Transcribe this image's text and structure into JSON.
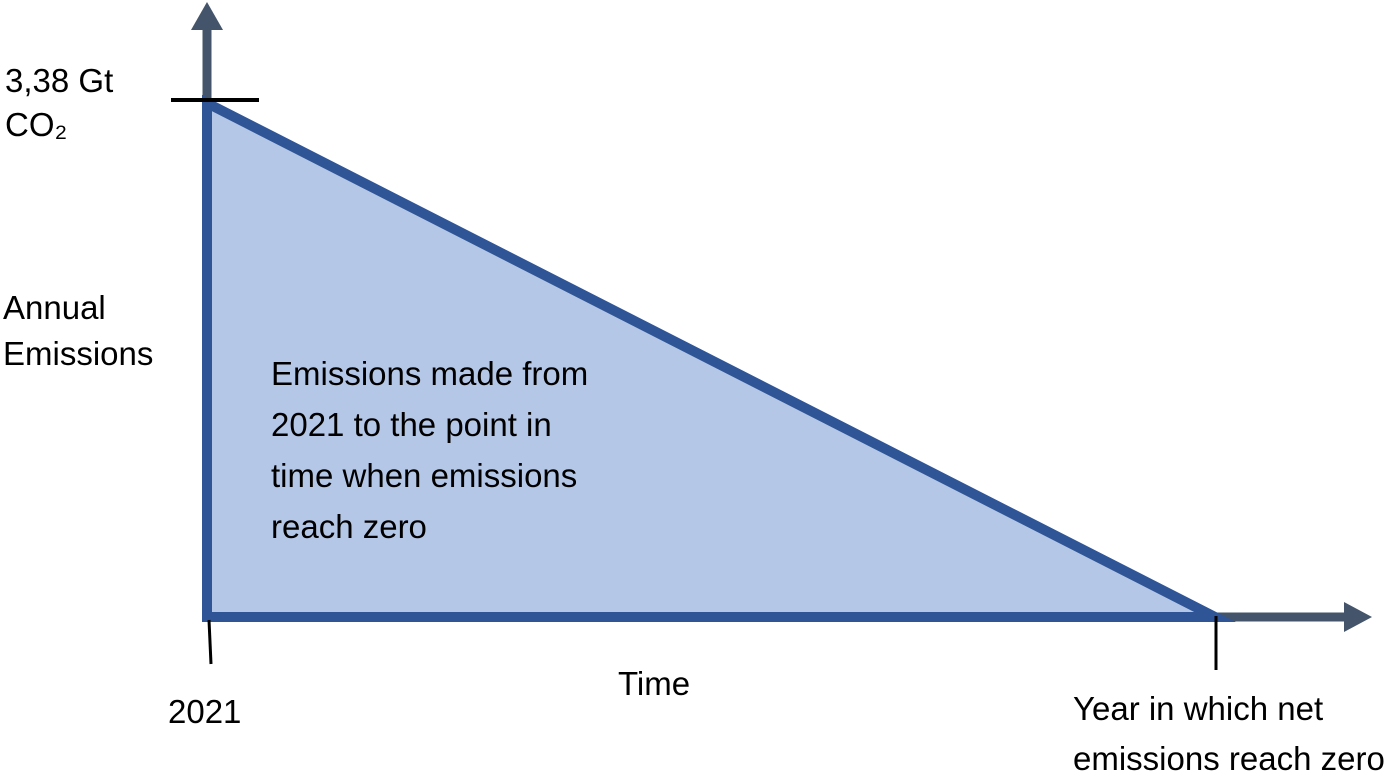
{
  "figure": {
    "y_axis": {
      "tick_label": "3,38 Gt\nCO₂",
      "title": "Annual\nEmissions"
    },
    "x_axis": {
      "title": "Time",
      "start_tick_label": "2021",
      "end_tick_label": "Year in which net\nemissions reach zero"
    },
    "area_label": "Emissions made from\n2021 to the point in\ntime when emissions\nreach zero",
    "colors": {
      "triangle_fill": "#B4C7E7",
      "triangle_border": "#2F5597",
      "axis_arrow": "#44546A",
      "tick": "#000000",
      "text": "#000000"
    }
  },
  "chart_data": {
    "type": "area",
    "title": "",
    "x": [
      "2021",
      "Year in which net emissions reach zero"
    ],
    "series": [
      {
        "name": "Annual Emissions",
        "values": [
          3.38,
          0
        ]
      }
    ],
    "xlabel": "Time",
    "ylabel": "Annual Emissions",
    "y_tick_labels": [
      "3,38 Gt CO₂"
    ],
    "x_tick_labels": [
      "2021",
      "Year in which net emissions reach zero"
    ],
    "units": "Gt CO₂",
    "ylim": [
      0,
      3.38
    ],
    "grid": false,
    "legend": false,
    "annotations": [
      "Emissions made from 2021 to the point in time when emissions reach zero"
    ]
  }
}
